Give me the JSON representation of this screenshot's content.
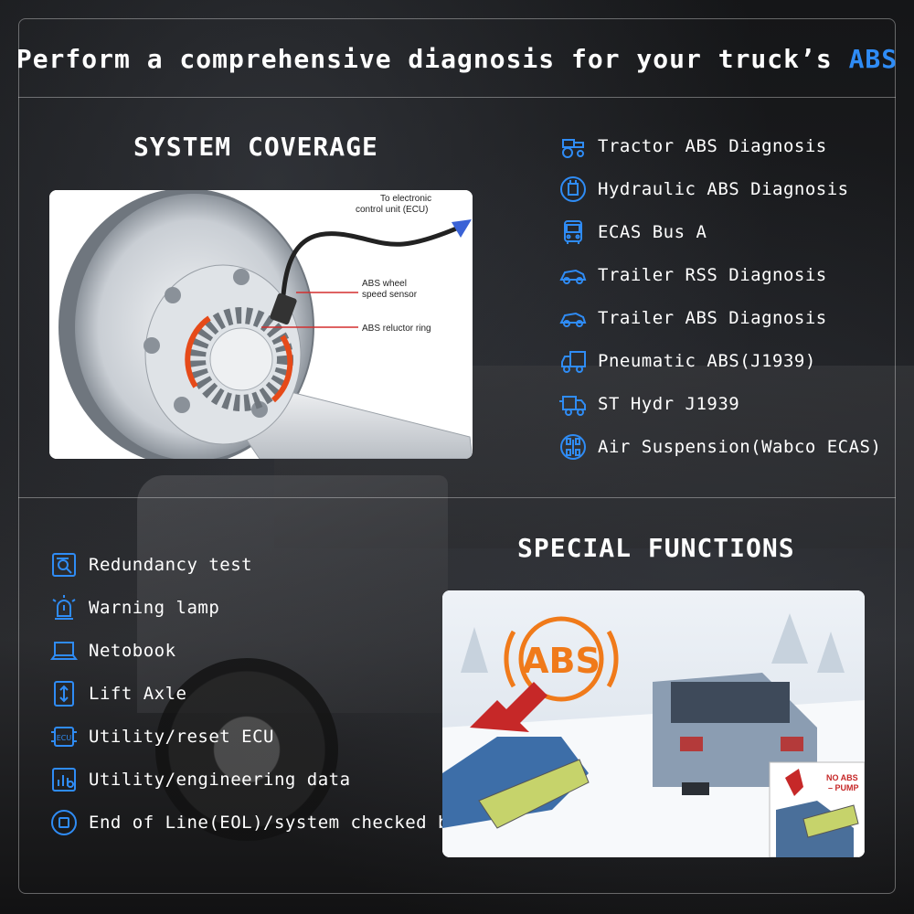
{
  "header": {
    "title_main": "Perform a comprehensive diagnosis for your truck’s ",
    "title_accent": "ABS"
  },
  "system_coverage": {
    "title": "SYSTEM COVERAGE",
    "diagram_labels": {
      "ecu": [
        "To electronic",
        "control unit (ECU)"
      ],
      "sensor": [
        "ABS wheel",
        "speed sensor"
      ],
      "ring": "ABS reluctor ring"
    },
    "items": [
      {
        "icon": "tractor-icon",
        "label": "Tractor ABS Diagnosis"
      },
      {
        "icon": "hydraulic-icon",
        "label": "Hydraulic ABS Diagnosis"
      },
      {
        "icon": "bus-icon",
        "label": "ECAS Bus A"
      },
      {
        "icon": "trailer-rss-icon",
        "label": "Trailer RSS Diagnosis"
      },
      {
        "icon": "trailer-abs-icon",
        "label": "Trailer ABS Diagnosis"
      },
      {
        "icon": "pneumatic-truck-icon",
        "label": "Pneumatic ABS(J1939)"
      },
      {
        "icon": "fast-truck-icon",
        "label": "ST Hydr J1939"
      },
      {
        "icon": "axle-icon",
        "label": "Air Suspension(Wabco ECAS)"
      }
    ]
  },
  "special_functions": {
    "title": "SPECIAL FUNCTIONS",
    "image_labels": {
      "abs": "ABS",
      "no_abs": [
        "NO ABS",
        "– PUMP"
      ]
    },
    "items": [
      {
        "icon": "redundancy-icon",
        "label": "Redundancy test"
      },
      {
        "icon": "warning-lamp-icon",
        "label": "Warning lamp"
      },
      {
        "icon": "laptop-icon",
        "label": "Netobook"
      },
      {
        "icon": "lift-axle-icon",
        "label": "Lift Axle"
      },
      {
        "icon": "ecu-icon",
        "label": "Utility/reset ECU"
      },
      {
        "icon": "data-icon",
        "label": "Utility/engineering data"
      },
      {
        "icon": "eol-icon",
        "label": "End of Line(EOL)/system checked bit"
      }
    ]
  },
  "colors": {
    "accent": "#2f8cf5",
    "abs_orange": "#f07a1a"
  }
}
